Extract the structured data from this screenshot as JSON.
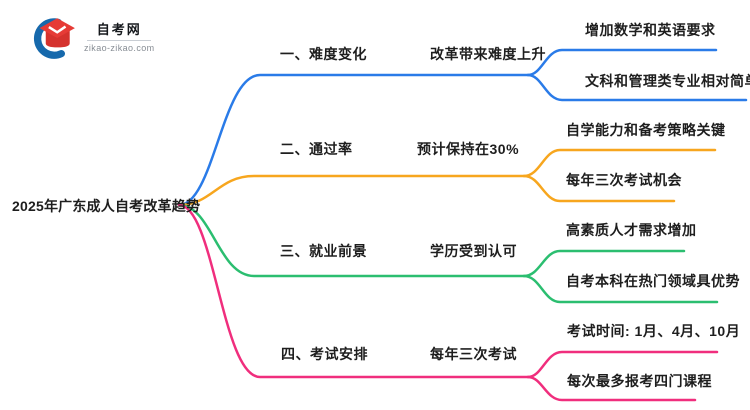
{
  "logo": {
    "title": "自考网",
    "url": "zikao-zikao.com",
    "icon_colors": {
      "crescent": "#1669AC",
      "cap": "#E63B36",
      "cap_base": "#D5322D"
    }
  },
  "root": {
    "label": "2025年广东成人自考改革趋势"
  },
  "branches": [
    {
      "label": "一、难度变化",
      "detail": "改革带来难度上升",
      "color": "#2A7BE8",
      "leaves": [
        "增加数学和英语要求",
        "文科和管理类专业相对简单"
      ]
    },
    {
      "label": "二、通过率",
      "detail": "预计保持在30%",
      "color": "#F7A61E",
      "leaves": [
        "自学能力和备考策略关键",
        "每年三次考试机会"
      ]
    },
    {
      "label": "三、就业前景",
      "detail": "学历受到认可",
      "color": "#2BBE70",
      "leaves": [
        "高素质人才需求增加",
        "自考本科在热门领域具优势"
      ]
    },
    {
      "label": "四、考试安排",
      "detail": "每年三次考试",
      "color": "#F02E7D",
      "leaves": [
        "考试时间: 1月、4月、10月",
        "每次最多报考四门课程"
      ]
    }
  ]
}
